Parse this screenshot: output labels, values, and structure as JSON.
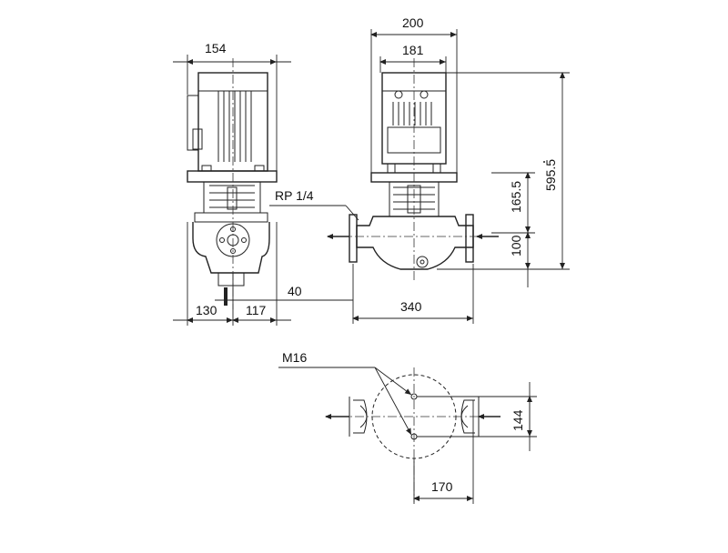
{
  "diagram": {
    "dimensions": {
      "side_motor_width": "154",
      "front_motor_width": "200",
      "front_motor_inner": "181",
      "total_height": "595.5",
      "height_to_flange": "165.5",
      "axis_height": "100",
      "port_label": "RP 1/4",
      "foot_offset": "40",
      "left_base": "130",
      "right_base": "117",
      "port_to_port": "340",
      "bolt_label": "M16",
      "foot_spacing": "144",
      "foot_length": "170"
    }
  }
}
